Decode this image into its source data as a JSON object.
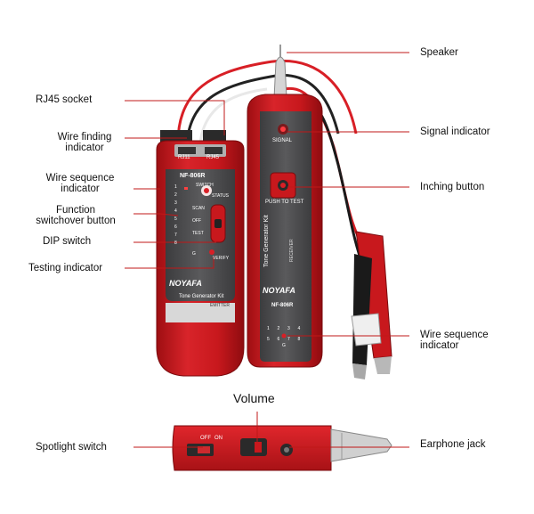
{
  "callouts": {
    "speaker": "Speaker",
    "rj45": "RJ45 socket",
    "wire_finding": "Wire finding\nindicator",
    "signal_indicator": "Signal indicator",
    "wire_sequence_left": "Wire sequence\nindicator",
    "function_switch": "Function\nswitchover button",
    "inching": "Inching button",
    "dip": "DIP switch",
    "testing": "Testing indicator",
    "wire_sequence_right": "Wire sequence\nindicator",
    "volume": "Volume",
    "spotlight": "Spotlight switch",
    "earphone": "Earphone jack"
  },
  "transmitter": {
    "port_left": "RJ11",
    "port_right": "RJ45",
    "model": "NF-806R",
    "switch_label": "SWITCH",
    "status_label": "STATUS",
    "scan": "SCAN",
    "off": "OFF",
    "test": "TEST",
    "verify": "VERIFY",
    "g": "G",
    "brand": "NOYAFA",
    "title": "Tone Generator Kit",
    "subtitle": "EMITTER",
    "led_numbers": [
      "1",
      "2",
      "3",
      "4",
      "5",
      "6",
      "7",
      "8"
    ]
  },
  "receiver": {
    "signal": "SIGNAL",
    "push_to_test": "PUSH TO TEST",
    "title": "Tone Generator Kit",
    "subtitle": "RECEIVER",
    "brand": "NOYAFA",
    "model": "NF-806R",
    "led_numbers": [
      "1",
      "2",
      "3",
      "4",
      "5",
      "6",
      "7",
      "8"
    ],
    "g": "G"
  },
  "bottom_device": {
    "off": "OFF",
    "on": "ON"
  },
  "colors": {
    "body_red": "#c8181d",
    "panel_gray": "#4a4a4c",
    "line": "#c01818"
  }
}
